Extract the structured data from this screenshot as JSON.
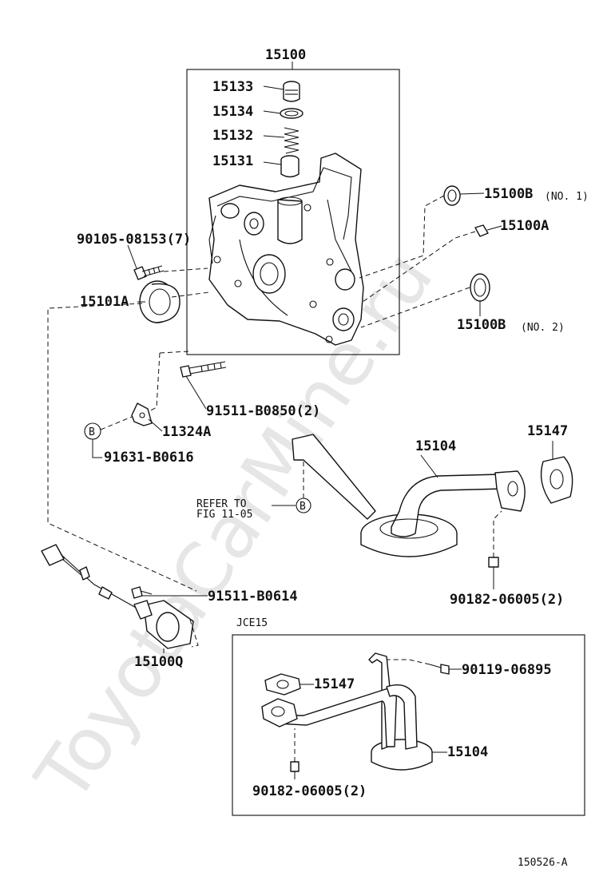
{
  "watermark": "ToyotaCarMine.ru",
  "labels": {
    "p15100": "15100",
    "p15133": "15133",
    "p15134": "15134",
    "p15132": "15132",
    "p15131": "15131",
    "p15100b_1": "15100B",
    "p15100b_1_note": "(NO. 1)",
    "p15100a": "15100A",
    "p15100b_2": "15100B",
    "p15100b_2_note": "(NO. 2)",
    "p90105": "90105-08153(7)",
    "p15101a": "15101A",
    "p91511_0850": "91511-B0850(2)",
    "p11324a": "11324A",
    "ref_b": "B",
    "p91631": "91631-B0616",
    "p15104": "15104",
    "p15147": "15147",
    "refer_to": "REFER TO",
    "fig": "FIG 11-05",
    "ref_b2": "B",
    "p91511_0614": "91511-B0614",
    "p15100q": "15100Q",
    "p90182": "90182-06005(2)",
    "inset_title": "JCE15",
    "inset_15147": "15147",
    "inset_90119": "90119-06895",
    "inset_15104": "15104",
    "inset_90182": "90182-06005(2)",
    "diagram_id": "150526-A"
  }
}
